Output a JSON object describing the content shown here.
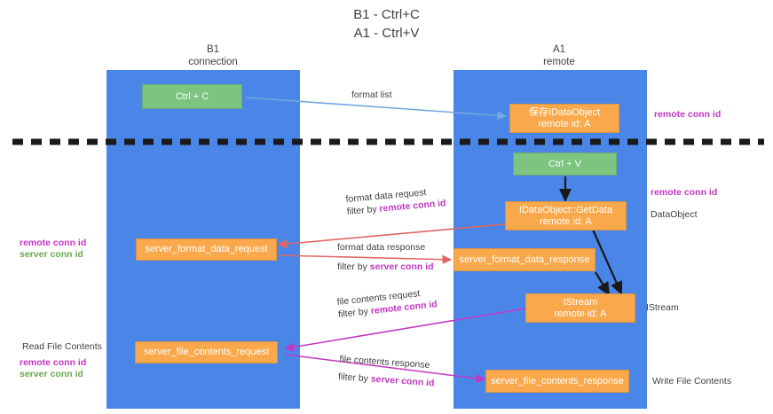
{
  "title": {
    "line1": "B1 - Ctrl+C",
    "line2": "A1 - Ctrl+V"
  },
  "colors": {
    "lane": "#4a86e8",
    "node_orange": "#f9a94c",
    "node_green": "#7cc47f",
    "remote_conn_id": "#c337c3",
    "server_conn_id": "#6aa84f",
    "arrow_blue": "#6fa8dc",
    "arrow_red": "#e06666",
    "arrow_magenta": "#c337c3",
    "arrow_dark": "#1a1a1a",
    "divider": "#1a1a1a",
    "text": "#3c4043"
  },
  "columns": [
    {
      "name": "B1",
      "role": "connection"
    },
    {
      "name": "A1",
      "role": "remote"
    }
  ],
  "nodes": [
    {
      "id": "ctrl-c",
      "label": "Ctrl + C",
      "sublabel": "",
      "color": "green"
    },
    {
      "id": "idataobject-save",
      "label": "保存IDataObject",
      "sublabel": "remote id: A",
      "color": "orange"
    },
    {
      "id": "ctrl-v",
      "label": "Ctrl + V",
      "sublabel": "",
      "color": "green"
    },
    {
      "id": "idataobject-getdata",
      "label": "IDataObject::GetData",
      "sublabel": "remote id: A",
      "color": "orange"
    },
    {
      "id": "server-format-data-request",
      "label": "server_format_data_request",
      "sublabel": "",
      "color": "orange"
    },
    {
      "id": "server-format-data-response",
      "label": "server_format_data_response",
      "sublabel": "",
      "color": "orange"
    },
    {
      "id": "istream",
      "label": "IStream",
      "sublabel": "remote id: A",
      "color": "orange"
    },
    {
      "id": "server-file-contents-request",
      "label": "server_file_contents_request",
      "sublabel": "",
      "color": "orange"
    },
    {
      "id": "server-file-contents-response",
      "label": "server_file_contents_response",
      "sublabel": "",
      "color": "orange"
    }
  ],
  "edge_labels": [
    {
      "id": "format-list",
      "line1": "format list",
      "line2": "",
      "line2_highlight": ""
    },
    {
      "id": "format-data-request",
      "line1": "format data request",
      "line2": "filter by ",
      "line2_highlight": "remote conn id"
    },
    {
      "id": "format-data-response",
      "line1": "format data response",
      "line2": "filter by ",
      "line2_highlight": "server conn id"
    },
    {
      "id": "file-contents-request",
      "line1": "file contents request",
      "line2": "filter by ",
      "line2_highlight": "remote conn id"
    },
    {
      "id": "file-contents-response",
      "line1": "file contents response",
      "line2": "filter by ",
      "line2_highlight": "server conn id"
    }
  ],
  "annotations": {
    "right": [
      {
        "id": "right-remote-conn-id-top",
        "text": "remote conn id",
        "style": "remote"
      },
      {
        "id": "right-remote-conn-id-middle",
        "text": "remote conn id",
        "style": "remote"
      },
      {
        "id": "right-dataobject",
        "text": "DataObject",
        "style": "plain"
      },
      {
        "id": "right-istream",
        "text": "IStream",
        "style": "plain"
      },
      {
        "id": "right-write-file-contents",
        "text": "Write File Contents",
        "style": "plain"
      }
    ],
    "left": [
      {
        "id": "left-remote-conn-id",
        "text": "remote conn id",
        "style": "remote"
      },
      {
        "id": "left-server-conn-id",
        "text": "server conn id",
        "style": "server"
      },
      {
        "id": "left-read-file-contents",
        "text": "Read File Contents",
        "style": "plain"
      },
      {
        "id": "left-remote-conn-id-2",
        "text": "remote conn id",
        "style": "remote"
      },
      {
        "id": "left-server-conn-id-2",
        "text": "server conn id",
        "style": "server"
      }
    ]
  }
}
